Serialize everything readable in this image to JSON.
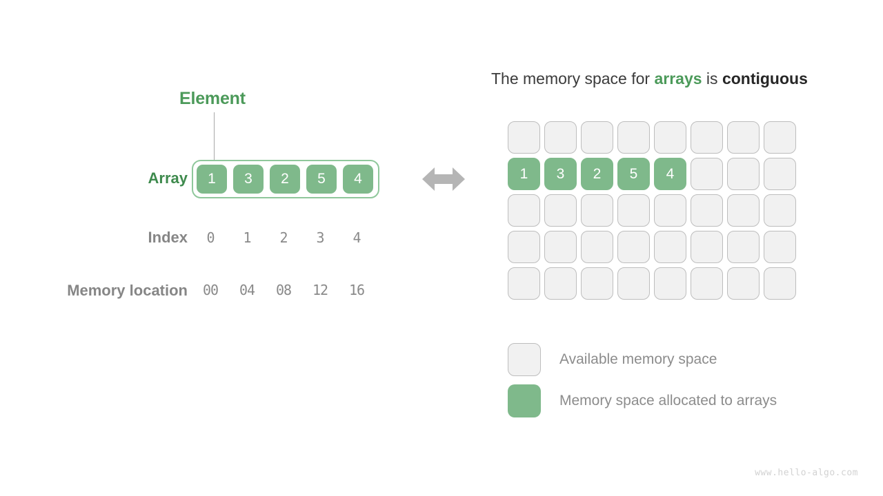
{
  "diagram": {
    "watermark": "www.hello-algo.com",
    "colors": {
      "green_fill": "#7FB98B",
      "green_text": "#4C9A5A",
      "green_border": "#8FC79B",
      "empty_fill": "#F1F1F1",
      "empty_border": "#BDBDBD",
      "gray_text": "#868686",
      "dark_text": "#3B3B3B",
      "arrow_gray": "#B5B5B5"
    }
  },
  "left_panel": {
    "element_callout": "Element",
    "labels": {
      "array": "Array",
      "index": "Index",
      "memory_location": "Memory location"
    },
    "array_values": [
      "1",
      "3",
      "2",
      "5",
      "4"
    ],
    "index_values": [
      "0",
      "1",
      "2",
      "3",
      "4"
    ],
    "memory_values": [
      "00",
      "04",
      "08",
      "12",
      "16"
    ]
  },
  "right_panel": {
    "heading": {
      "part1": "The memory space for ",
      "highlight_green": "arrays",
      "part2": " is ",
      "highlight_dark": "contiguous"
    },
    "grid": {
      "columns": 8,
      "rows": 5,
      "filled_row_index": 1,
      "filled_values": [
        "1",
        "3",
        "2",
        "5",
        "4"
      ],
      "cells": [
        [
          "",
          "",
          "",
          "",
          "",
          "",
          "",
          ""
        ],
        [
          "1",
          "3",
          "2",
          "5",
          "4",
          "",
          "",
          ""
        ],
        [
          "",
          "",
          "",
          "",
          "",
          "",
          "",
          ""
        ],
        [
          "",
          "",
          "",
          "",
          "",
          "",
          "",
          ""
        ],
        [
          "",
          "",
          "",
          "",
          "",
          "",
          "",
          ""
        ]
      ]
    },
    "legend": [
      {
        "swatch": "empty",
        "label": "Available memory space"
      },
      {
        "swatch": "filled",
        "label": "Memory space allocated to arrays"
      }
    ]
  }
}
